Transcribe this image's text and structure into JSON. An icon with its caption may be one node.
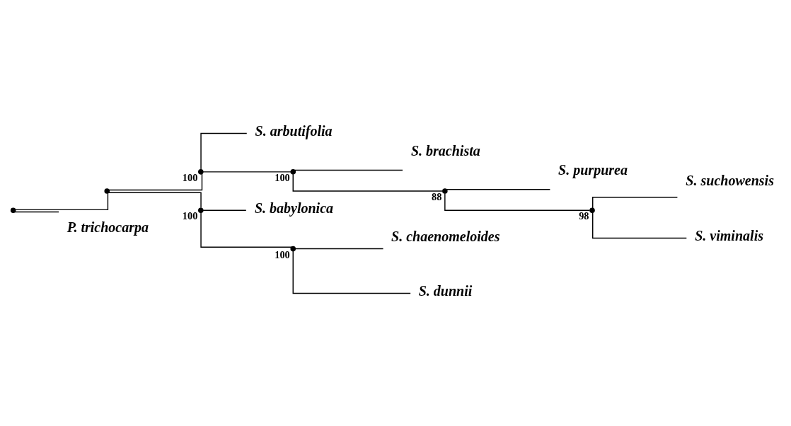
{
  "diagram": {
    "nodes": [
      {
        "text": [],
        "shape": "circle"
      },
      {
        "text": [],
        "shape": "circle"
      },
      {
        "text": [],
        "shape": "circle",
        "beside": [
          "100"
        ]
      },
      {
        "text": [
          "S. arbutifolia"
        ]
      },
      {
        "text": [],
        "shape": "circle",
        "beside": [
          "100"
        ]
      },
      {
        "text": [
          "S. brachista"
        ]
      },
      {
        "text": [],
        "shape": "circle",
        "beside": [
          "88"
        ]
      },
      {
        "text": [
          "S. purpurea"
        ]
      },
      {
        "text": [],
        "shape": "circle",
        "beside": [
          "98"
        ]
      },
      {
        "text": [
          "S. suchowensis"
        ]
      },
      {
        "text": [
          "S. viminalis"
        ]
      },
      {
        "text": [],
        "shape": "circle",
        "beside": [
          "100"
        ]
      },
      {
        "text": [
          "S. babylonica"
        ]
      },
      {
        "text": [],
        "shape": "circle",
        "beside": [
          "100"
        ]
      },
      {
        "text": [
          "S. chaenomeloides"
        ]
      },
      {
        "text": [
          "S. dunnii"
        ]
      },
      {
        "text": [
          "P. trichocarpa"
        ]
      }
    ],
    "edges": [
      {
        "from": 0,
        "to": 1,
        "arrow": "none"
      },
      {
        "from": 1,
        "to": 2,
        "arrow": "none"
      },
      {
        "from": 2,
        "to": 3,
        "arrow": "none"
      },
      {
        "from": 2,
        "to": 4,
        "arrow": "none"
      },
      {
        "from": 4,
        "to": 5,
        "arrow": "none"
      },
      {
        "from": 4,
        "to": 6,
        "arrow": "none"
      },
      {
        "from": 6,
        "to": 7,
        "arrow": "none"
      },
      {
        "from": 6,
        "to": 8,
        "arrow": "none"
      },
      {
        "from": 8,
        "to": 9,
        "arrow": "none"
      },
      {
        "from": 8,
        "to": 10,
        "arrow": "none"
      },
      {
        "from": 1,
        "to": 11,
        "arrow": "none"
      },
      {
        "from": 11,
        "to": 12,
        "arrow": "none"
      },
      {
        "from": 11,
        "to": 13,
        "arrow": "none"
      },
      {
        "from": 13,
        "to": 14,
        "arrow": "none"
      },
      {
        "from": 13,
        "to": 15,
        "arrow": "none"
      },
      {
        "from": 0,
        "to": 16,
        "arrow": "none"
      }
    ]
  }
}
